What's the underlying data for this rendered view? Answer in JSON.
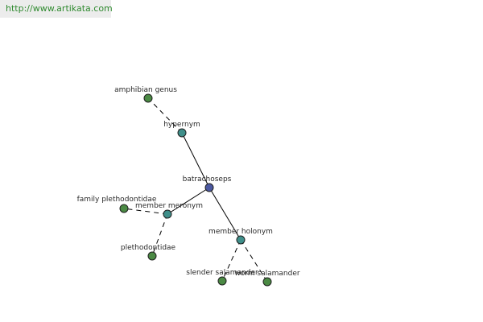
{
  "watermark": {
    "url": "http://www.artikata.com"
  },
  "colors": {
    "center_node": "#4b58a0",
    "relation_node": "#3f8f8a",
    "term_node": "#4b8a44",
    "edge": "#000000",
    "label": "#2a2a2a",
    "url_text": "#2f8a2f"
  },
  "graph": {
    "center": {
      "label": "batrachoseps"
    },
    "relations": [
      {
        "label": "hypernym",
        "terms": [
          {
            "label": "amphibian genus"
          }
        ]
      },
      {
        "label": "member meronym",
        "terms": [
          {
            "label": "family plethodontidae"
          },
          {
            "label": "plethodontidae"
          }
        ]
      },
      {
        "label": "member holonym",
        "terms": [
          {
            "label": "slender salamander"
          },
          {
            "label": "worm salamander"
          }
        ]
      }
    ]
  }
}
